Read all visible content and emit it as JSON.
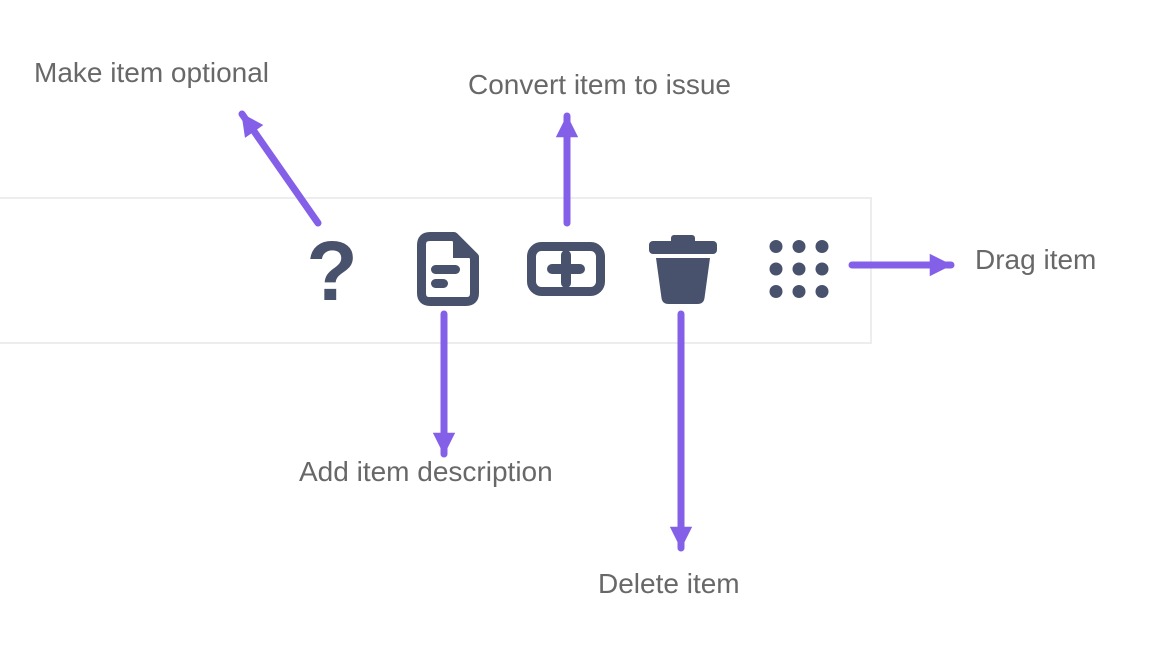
{
  "colors": {
    "icon": "#48526c",
    "arrow": "#8460e8",
    "label_text": "#686868",
    "toolbar_border": "#ededed",
    "background": "#ffffff"
  },
  "toolbar": {
    "question_glyph": "?",
    "buttons": [
      {
        "name": "make-item-optional",
        "icon": "question-mark-icon"
      },
      {
        "name": "add-item-description",
        "icon": "document-text-icon"
      },
      {
        "name": "convert-item-to-issue",
        "icon": "plus-box-icon"
      },
      {
        "name": "delete-item",
        "icon": "trash-icon"
      },
      {
        "name": "drag-item",
        "icon": "drag-handle-dots-icon"
      }
    ]
  },
  "annotations": {
    "make_item_optional": "Make item optional",
    "convert_item_to_issue": "Convert item to issue",
    "add_item_description": "Add item description",
    "delete_item": "Delete item",
    "drag_item": "Drag item"
  }
}
